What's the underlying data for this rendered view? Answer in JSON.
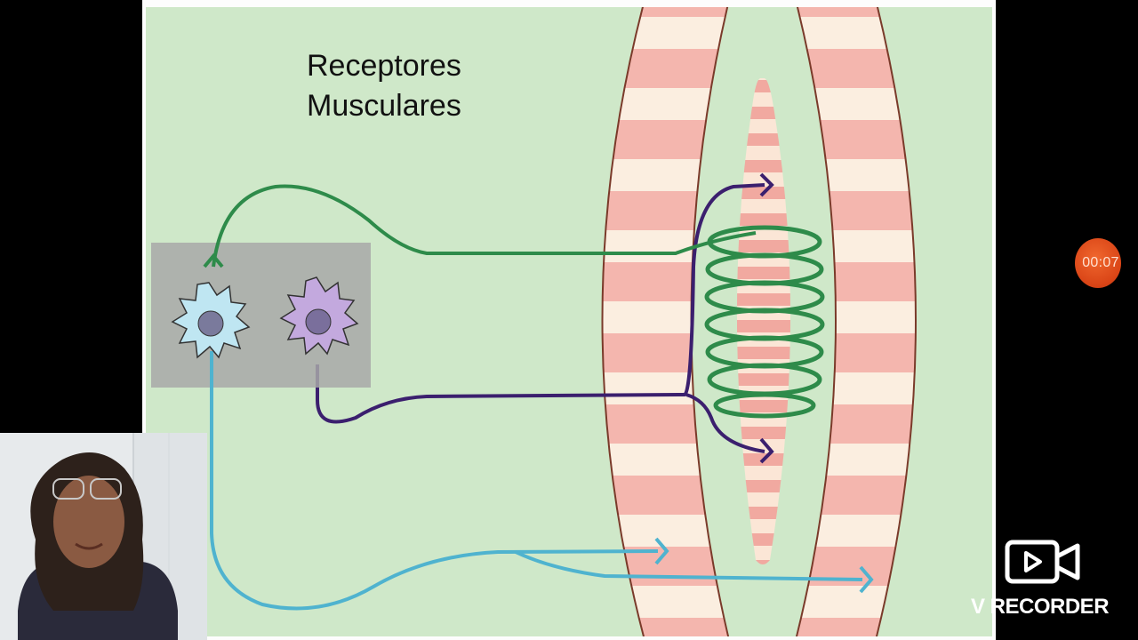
{
  "slide": {
    "title_line1": "Receptores",
    "title_line2": "Musculares"
  },
  "recording": {
    "timer": "00:07",
    "brand": "V RECORDER"
  },
  "colors": {
    "slide_bg": "#cfe8c9",
    "sensory_fiber": "#2e8b4a",
    "motor_fiber": "#3b1f6e",
    "afferent_fiber": "#4fb3cf",
    "muscle_stripe": "#f3b3ac",
    "timer_bg": "#e04a1c"
  },
  "icons": {
    "timer": "record-timer-badge",
    "recorder": "video-camera-play-icon"
  }
}
